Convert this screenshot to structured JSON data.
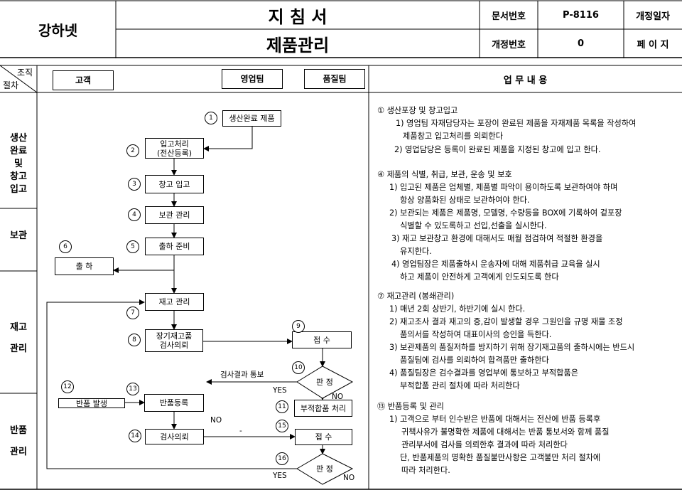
{
  "header": {
    "company": "강하넷",
    "doc_type": "지 침 서",
    "doc_title": "제품관리",
    "doc_no_label": "문서번호",
    "doc_no": "P-8116",
    "rev_date_label": "개정일자",
    "rev_no_label": "개정번호",
    "rev_no": "0",
    "page_label": "페 이 지"
  },
  "table": {
    "corner_top": "조직",
    "corner_bottom": "절차",
    "org_customer": "고객",
    "org_sales": "영업팀",
    "org_quality": "품질팀",
    "content_header": "업 무 내 용"
  },
  "sections": [
    {
      "lines": [
        "생산",
        "완료",
        "및",
        "창고",
        "입고"
      ]
    },
    {
      "lines": [
        "보관"
      ]
    },
    {
      "lines": [
        "재고",
        "",
        "관리"
      ]
    },
    {
      "lines": [
        "반품",
        "",
        "관리"
      ]
    }
  ],
  "flow": {
    "n1": "1",
    "n2": "2",
    "n3": "3",
    "n4": "4",
    "n5": "5",
    "n6": "6",
    "n7": "7",
    "n8": "8",
    "n9": "9",
    "n10": "10",
    "n11": "11",
    "n12": "12",
    "n13": "13",
    "n14": "14",
    "n15": "15",
    "n16": "16",
    "production_done": "생산완료 제품",
    "inbound_1": "입고처리",
    "inbound_2": "(전산등록)",
    "warehouse_in": "창고 입고",
    "storage": "보관 관리",
    "shipping_prep": "출하 준비",
    "shipping": "출 하",
    "inventory": "재고 관리",
    "long_stock_1": "장기재고품",
    "long_stock_2": "검사의뢰",
    "receive_1": "접 수",
    "decision_1": "판 정",
    "result_notice": "검사결과 통보",
    "yes_1": "YES",
    "no_1": "NO",
    "nonconform": "부적합품 처리",
    "return_occur": "반품 발생",
    "return_reg": "반품등록",
    "no_2": "NO",
    "inspect_req": "검사의뢰",
    "dash": "-",
    "receive_2": "접 수",
    "decision_2": "판 정",
    "yes_2": "YES",
    "no_3": "NO"
  },
  "content": [
    "①   생산포장 및 창고입고",
    "1) 영업팀 자재담당자는 포장이 완료된 제품을 자재제품 목록을 작성하여",
    "제품창고 입고처리를 의뢰한다",
    "2) 영업담당은 등록이 완료된 제품을 지정된 창고에 입고 한다.",
    "④ 제품의 식별, 취급, 보관, 운송 및 보호",
    "1) 입고된 제품은 업체별, 제품별 파악이 용이하도록 보관하여야 하며",
    "항상 양품화된 상태로 보관하여야 한다.",
    "2) 보관되는 제품은 제품명, 모델명, 수량등을 BOX에 기록하여 겉포장",
    "식별할 수 있도록하고 선입,선출을 실시한다.",
    "3) 재고 보관창고 환경에 대해서도 매월 점검하여 적절한 환경을",
    "유지한다.",
    "4) 영업팀장은 제품출하시 운송자에 대해 제품취급 교육을 실시",
    "하고 제품이 안전하게 고객에게 인도되도록 한다",
    "⑦ 재고관리 (봉쇄관리)",
    "1) 매년 2회 상반기, 하반기에 실시 한다.",
    "2) 재고조사 결과 재고의 증,감이 발생할 경우 그원인을 규명 재물 조정",
    "품의서를 작성하여 대표이사의 승인을 득한다.",
    "3) 보관제품의 품질저하를 방지하기 위해 장기재고품의 출하시에는 반드시",
    "품질팀에 검사를 의뢰하여 합격품만 출하한다",
    "4) 품질팀장은 검수결과를 영업부에 통보하고 부적합품은",
    "부적합품 관리 절차에 따라 처리한다",
    "⑬ 반품등록 및 관리",
    "1) 고객으로 부터 인수받은 반품에 대해서는 전산에 반품 등록후",
    "귀책사유가 불명확한 제품에 대해서는 반품 통보서와 함께 품질",
    "관리부서에 검사를 의뢰한후 결과에 따라 처리한다",
    "단, 반품제품의 명확한 품질불만사항은 고객불만 처리 절차에",
    "따라 처리한다."
  ]
}
